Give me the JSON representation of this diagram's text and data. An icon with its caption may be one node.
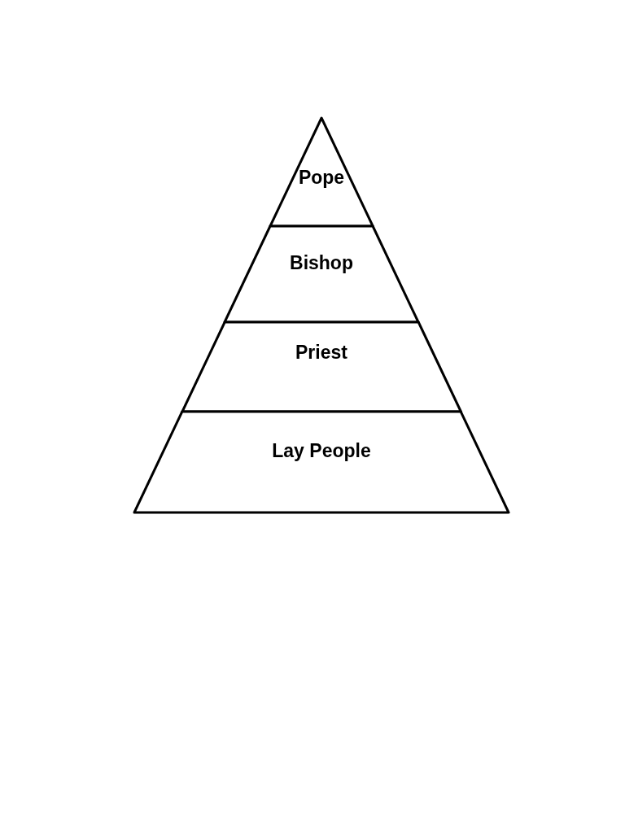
{
  "diagram": {
    "nodes": [
      {
        "text": [
          "Pope"
        ]
      },
      {
        "text": [
          "Bishop"
        ]
      },
      {
        "text": [
          "Priest"
        ]
      },
      {
        "text": [
          "Lay People"
        ]
      }
    ]
  }
}
